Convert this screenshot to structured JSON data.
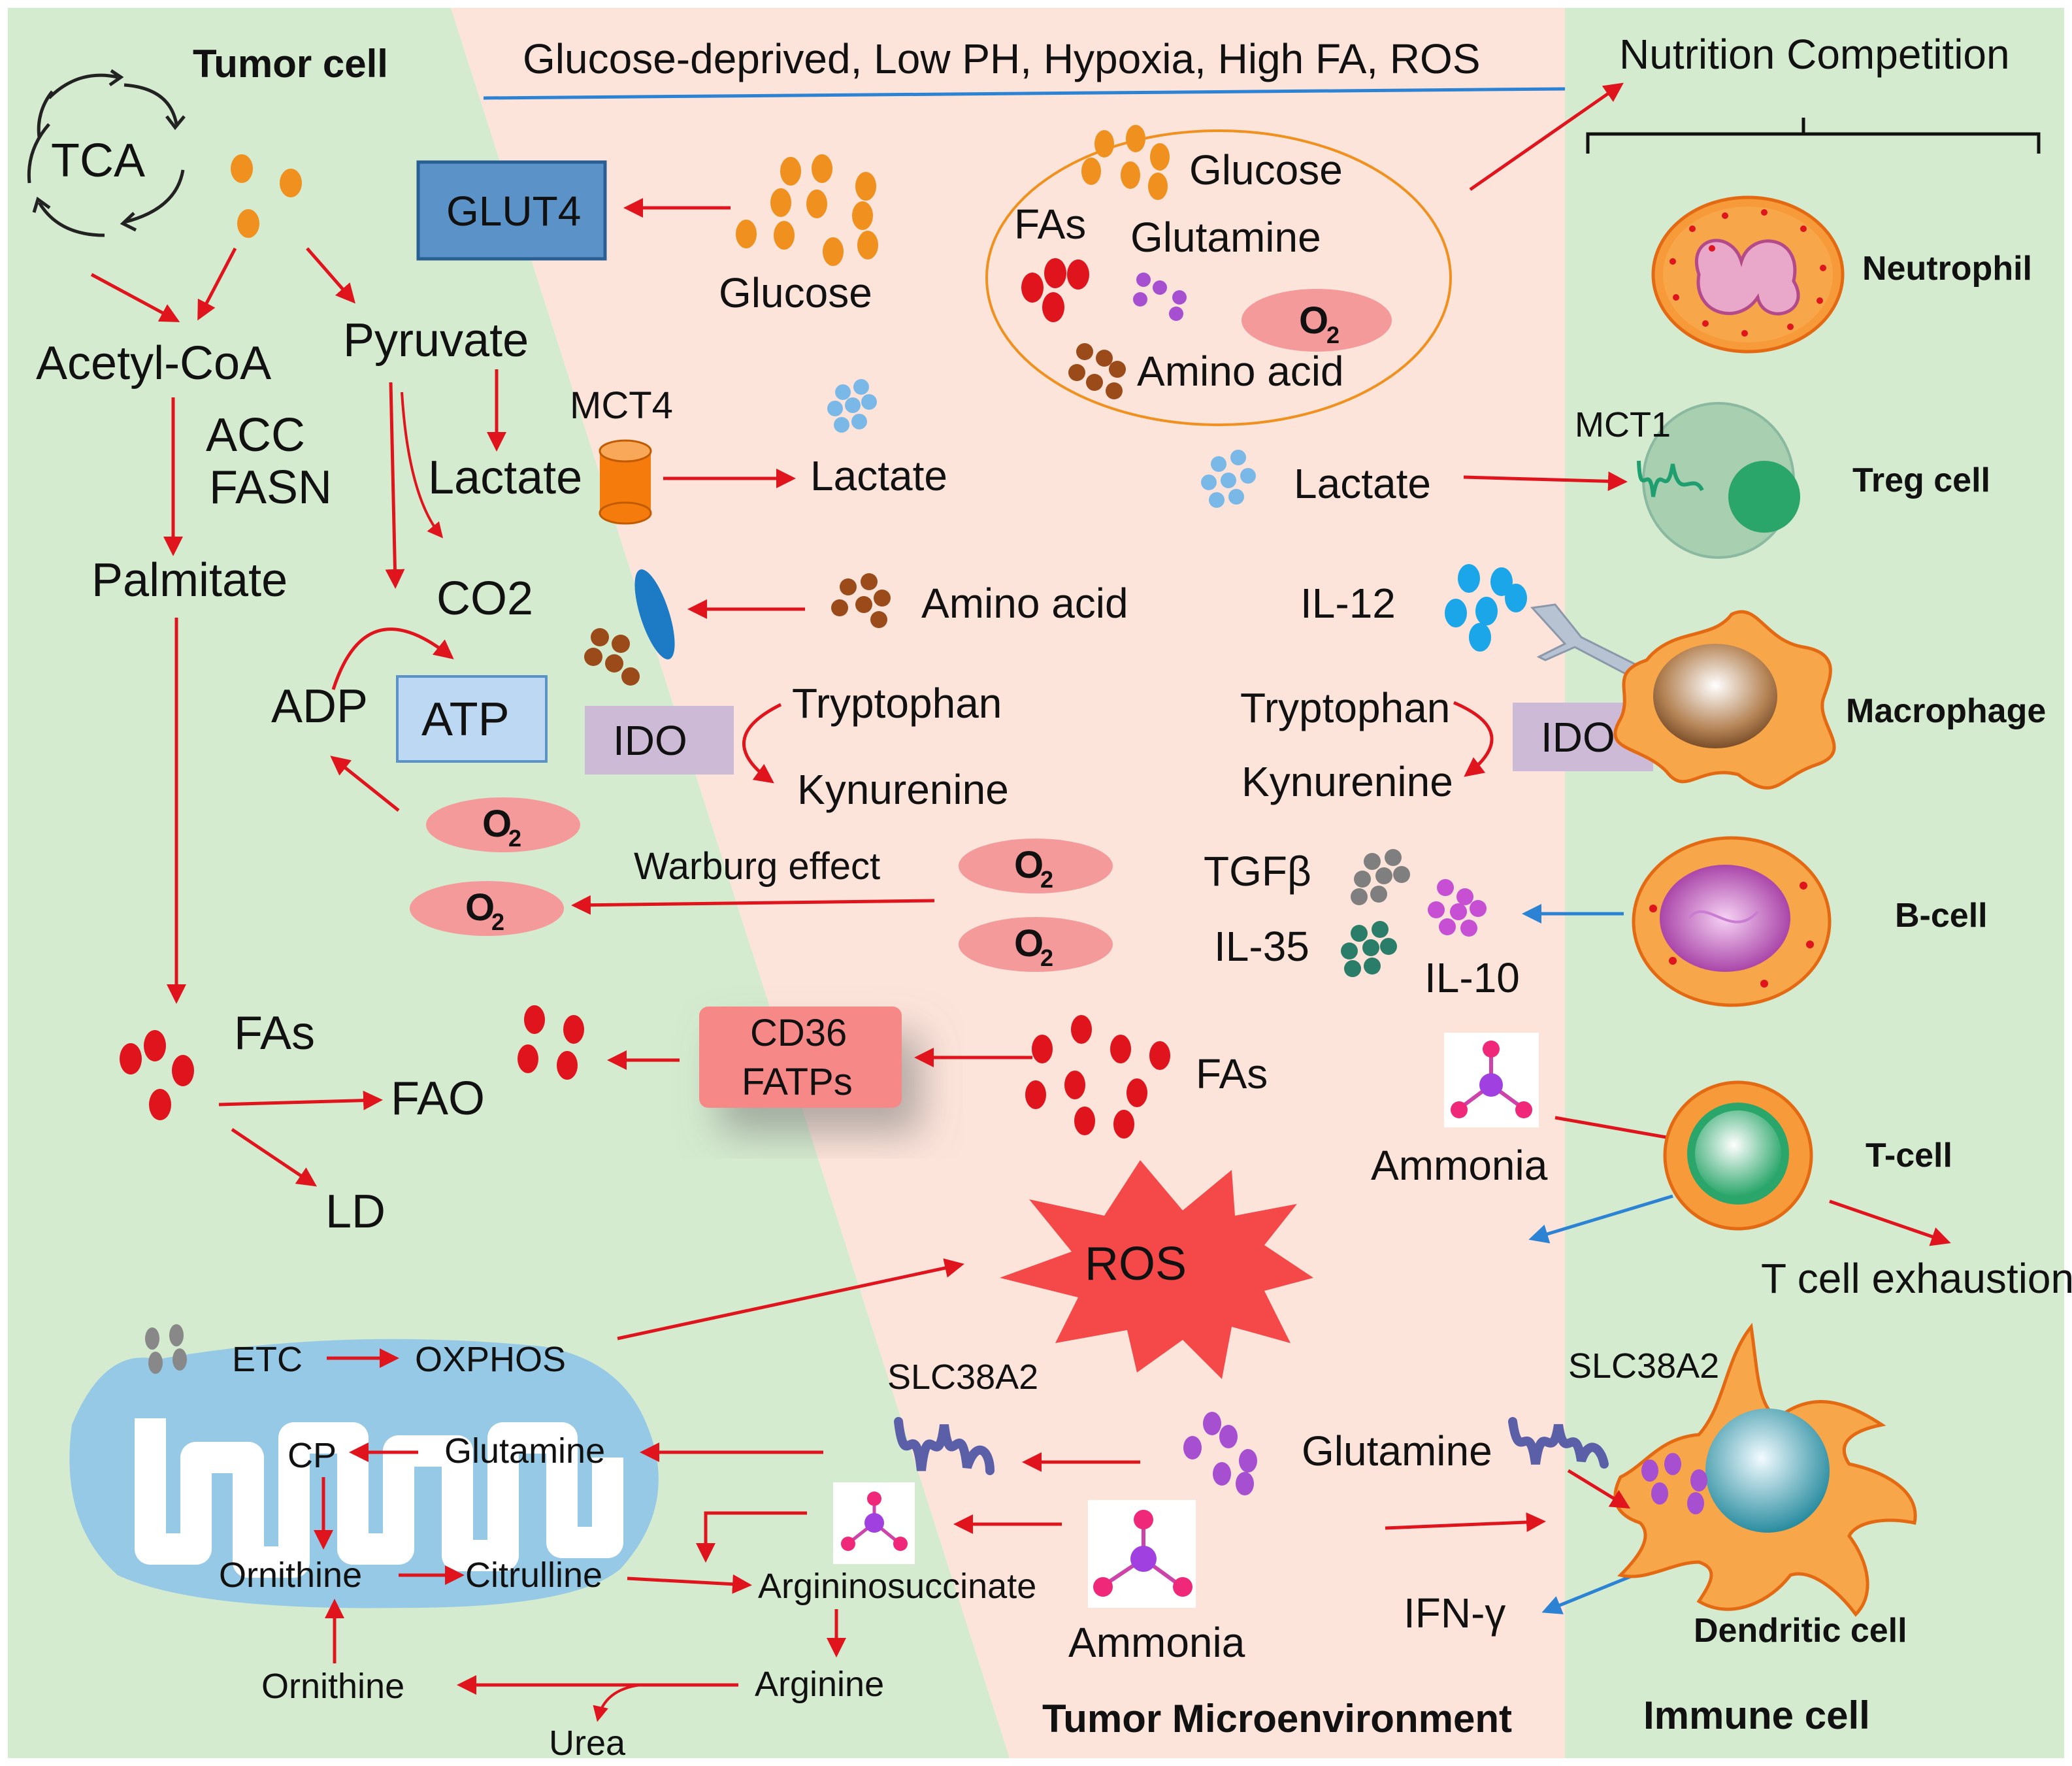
{
  "regions": {
    "tumor_cell": "Tumor cell",
    "microenvironment": "Tumor Microenvironment",
    "immune_cell": "Immune cell"
  },
  "header": {
    "conditions": "Glucose-deprived, Low PH, Hypoxia, High FA, ROS",
    "nutrition": "Nutrition Competition"
  },
  "tumor": {
    "tca": "TCA",
    "acetyl_coa": "Acetyl-CoA",
    "pyruvate": "Pyruvate",
    "acc": "ACC",
    "fasn": "FASN",
    "lactate": "Lactate",
    "mct4": "MCT4",
    "palmitate": "Palmitate",
    "co2": "CO2",
    "adp": "ADP",
    "atp": "ATP",
    "glut4": "GLUT4",
    "ido": "IDO",
    "fas": "FAs",
    "fao": "FAO",
    "ld": "LD",
    "o2": "O",
    "o2_sub": "2"
  },
  "mito": {
    "etc": "ETC",
    "oxphos": "OXPHOS",
    "cp": "CP",
    "glutamine": "Glutamine",
    "ornithine": "Ornithine",
    "citrulline": "Citrulline",
    "argininosuccinate": "Argininosuccinate",
    "arginine": "Arginine",
    "ornithine2": "Ornithine",
    "urea": "Urea"
  },
  "tme": {
    "glucose": "Glucose",
    "lactate": "Lactate",
    "amino_acid": "Amino acid",
    "tryptophan": "Tryptophan",
    "kynurenine": "Kynurenine",
    "warburg": "Warburg effect",
    "cd36": "CD36",
    "fatps": "FATPs",
    "fas": "FAs",
    "ros": "ROS",
    "slc38a2": "SLC38A2",
    "ammonia": "Ammonia",
    "pool_glucose": "Glucose",
    "pool_fas": "FAs",
    "pool_glutamine": "Glutamine",
    "pool_amino": "Amino acid"
  },
  "immune_side": {
    "lactate": "Lactate",
    "mct1": "MCT1",
    "il12": "IL-12",
    "tryptophan": "Tryptophan",
    "kynurenine": "Kynurenine",
    "ido": "IDO",
    "tgfb": "TGFβ",
    "il35": "IL-35",
    "il10": "IL-10",
    "ammonia": "Ammonia",
    "t_exhaustion": "T cell exhaustion",
    "slc38a2": "SLC38A2",
    "glutamine": "Glutamine",
    "ifng": "IFN-γ"
  },
  "cells": {
    "neutrophil": "Neutrophil",
    "treg": "Treg cell",
    "macrophage": "Macrophage",
    "bcell": "B-cell",
    "tcell": "T-cell",
    "dendritic": "Dendritic cell"
  },
  "colors": {
    "tumor_bg": "#d4ebcf",
    "tme_bg": "#fde4da",
    "immune_bg": "#d4ebcf",
    "arrow_red": "#e0141c",
    "arrow_blue": "#2c83d4",
    "glucose_dot": "#f0901e",
    "fa_dot": "#e0141c",
    "lactate_dot": "#7ab8e8",
    "amino_dot": "#9b4a1a",
    "glutamine_dot": "#a64fd0",
    "o2_fill": "#f59a9a",
    "glut4_fill": "#5b93c8",
    "atp_fill": "#bcd8f2",
    "ido_fill": "#cdbad6",
    "cd36_fill": "#f78888",
    "mito_fill": "#96c9e6"
  }
}
